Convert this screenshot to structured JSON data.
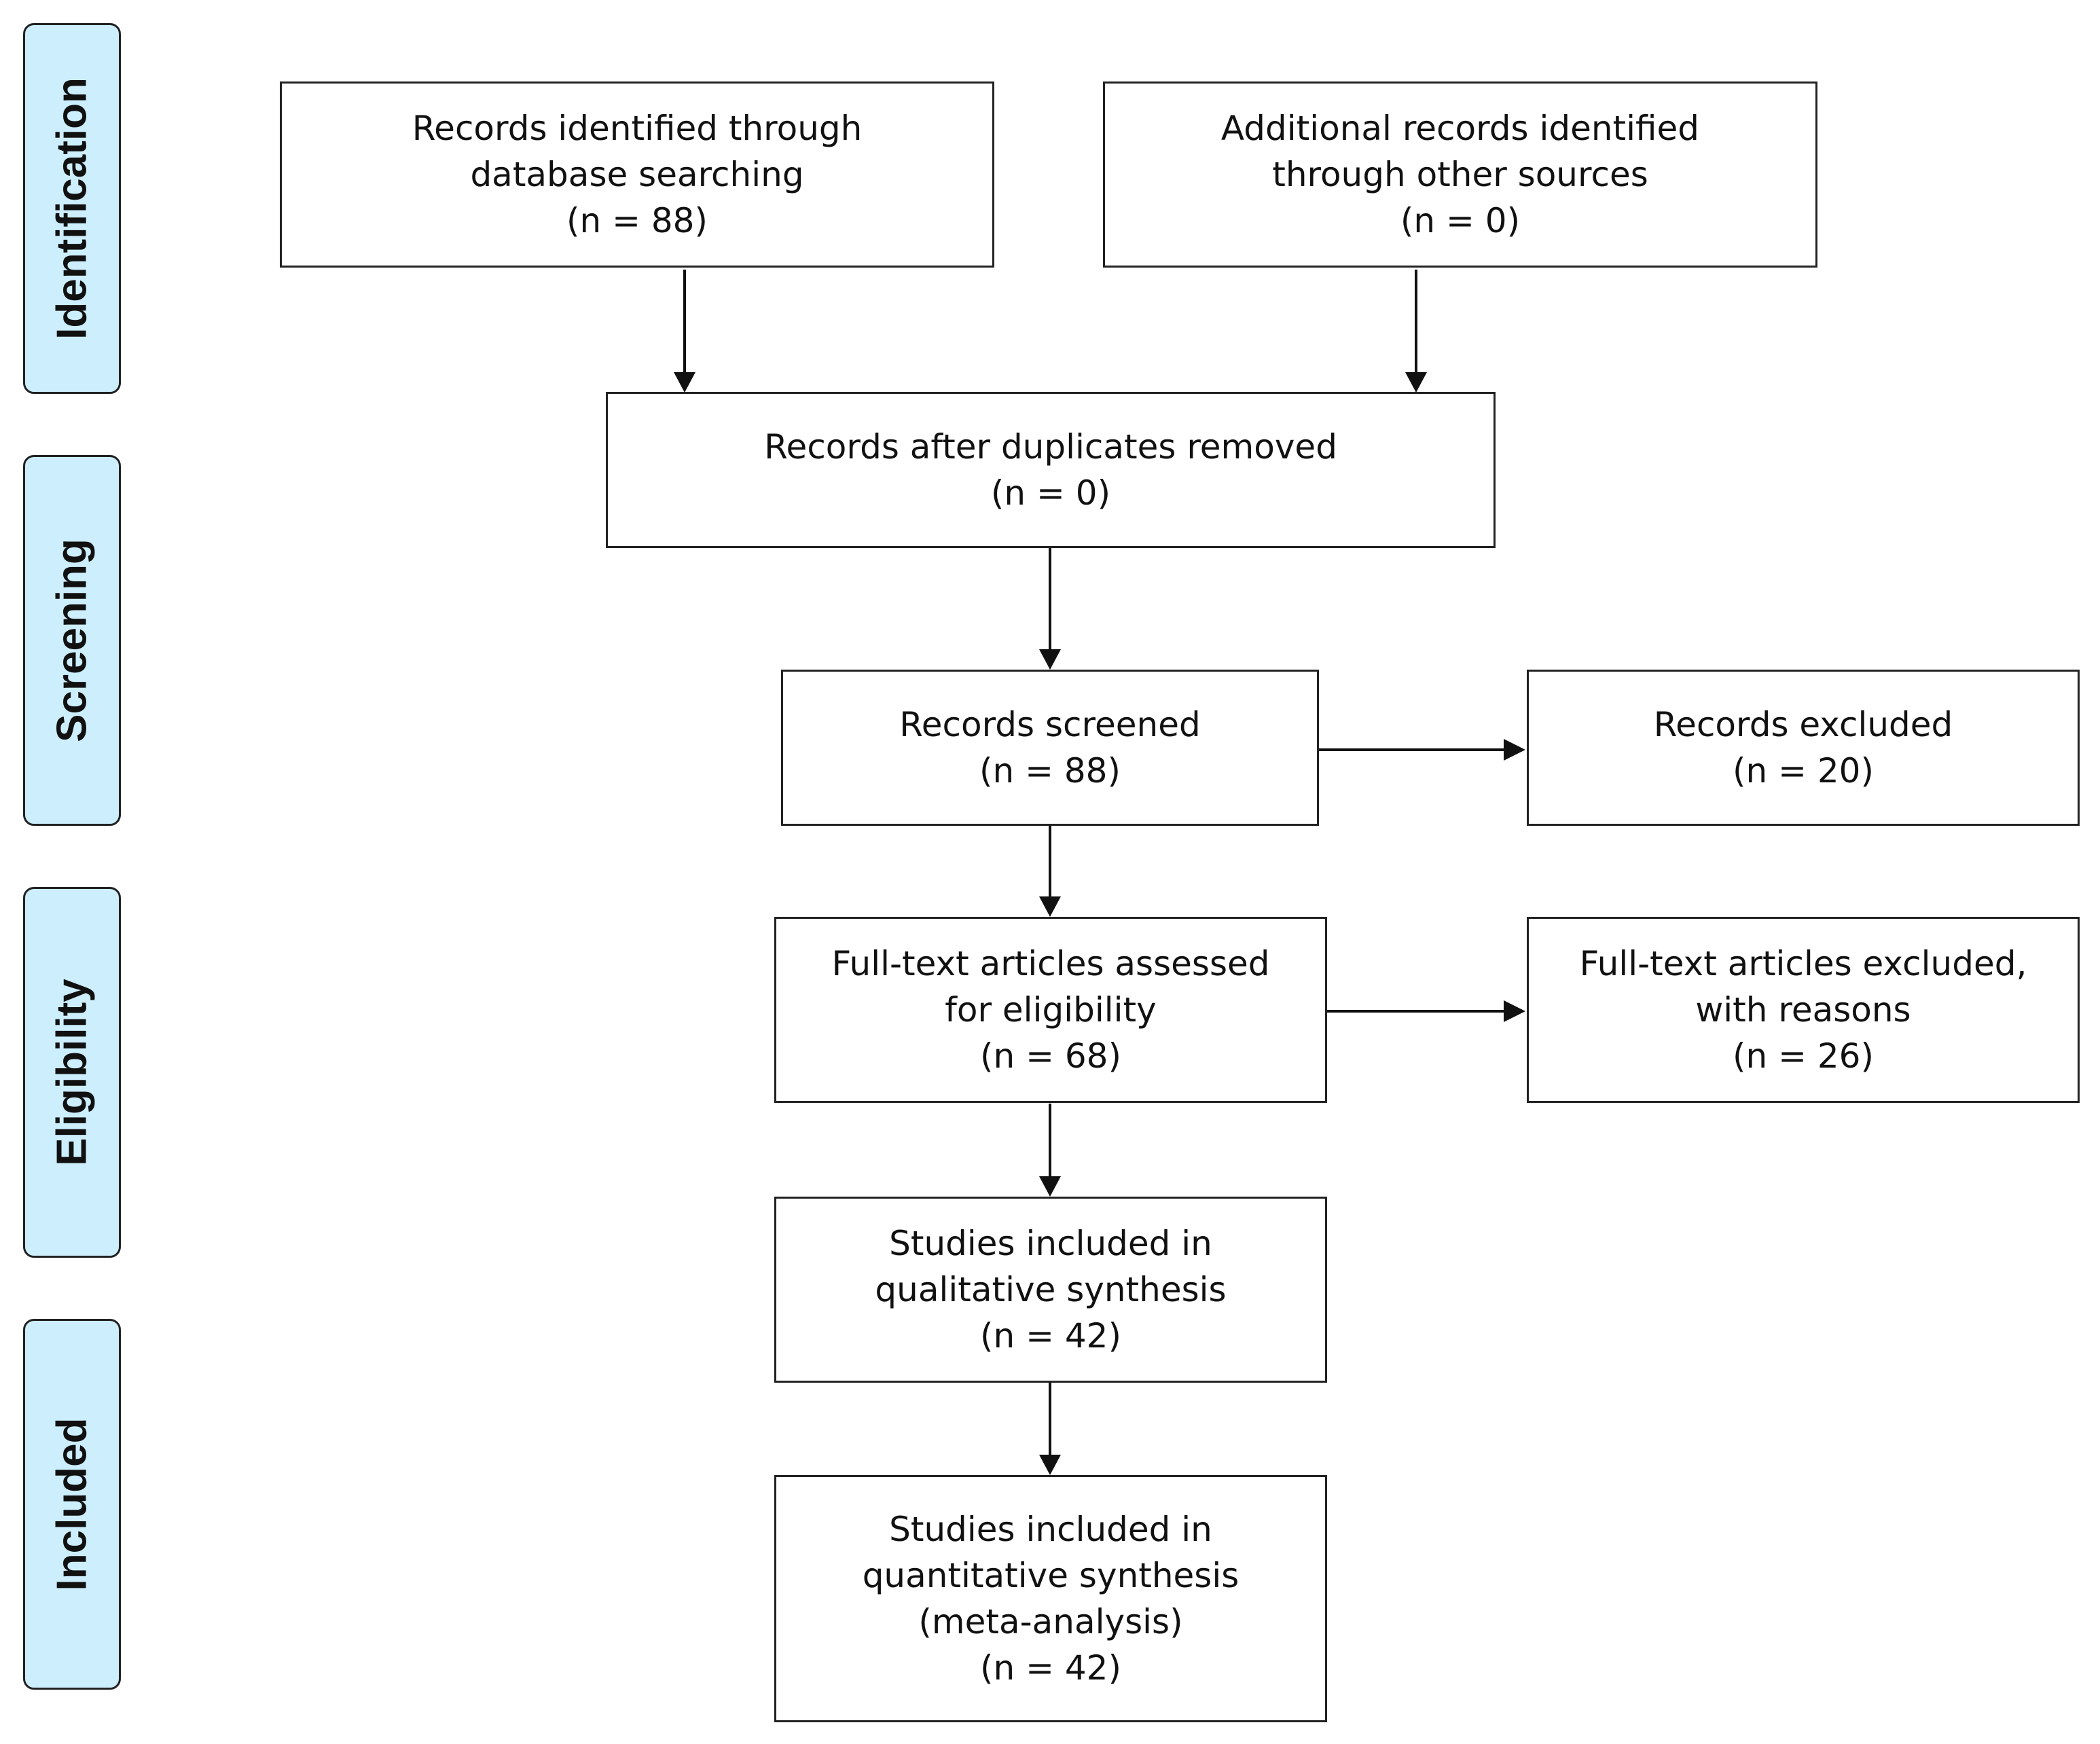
{
  "phases": {
    "identification": "Identification",
    "screening": "Screening",
    "eligibility": "Eligibility",
    "included": "Included"
  },
  "boxes": {
    "database_search": {
      "line1": "Records identified through",
      "line2": "database searching",
      "count": "(n = 88)"
    },
    "other_sources": {
      "line1": "Additional records identified",
      "line2": "through other sources",
      "count": "(n = 0)"
    },
    "after_duplicates": {
      "line1": "Records after duplicates removed",
      "count": "(n = 0)"
    },
    "screened": {
      "line1": "Records screened",
      "count": "(n = 88)"
    },
    "excluded": {
      "line1": "Records excluded",
      "count": "(n = 20)"
    },
    "fulltext_assessed": {
      "line1": "Full-text articles assessed",
      "line2": "for eligibility",
      "count": "(n = 68)"
    },
    "fulltext_excluded": {
      "line1": "Full-text articles excluded,",
      "line2": "with reasons",
      "count": "(n = 26)"
    },
    "qualitative": {
      "line1": "Studies included in",
      "line2": "qualitative synthesis",
      "count": "(n = 42)"
    },
    "quantitative": {
      "line1": "Studies included in",
      "line2": "quantitative synthesis",
      "line3": "(meta-analysis)",
      "count": "(n = 42)"
    }
  }
}
